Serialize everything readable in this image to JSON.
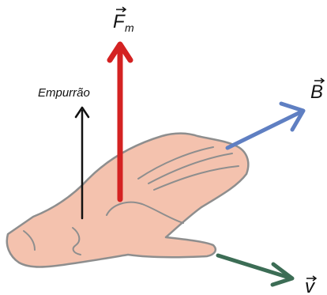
{
  "labels": {
    "force_symbol": "F",
    "force_subscript": "m",
    "field_symbol": "B",
    "velocity_symbol": "v",
    "push_label": "Empurrão"
  },
  "vectors": {
    "force_color": "#d42222",
    "field_color": "#5f7fc2",
    "velocity_color": "#3c6d55",
    "push_color": "#111111"
  },
  "hand": {
    "fill_color": "#f4c2ae",
    "outline_color": "#8e8e8e"
  }
}
